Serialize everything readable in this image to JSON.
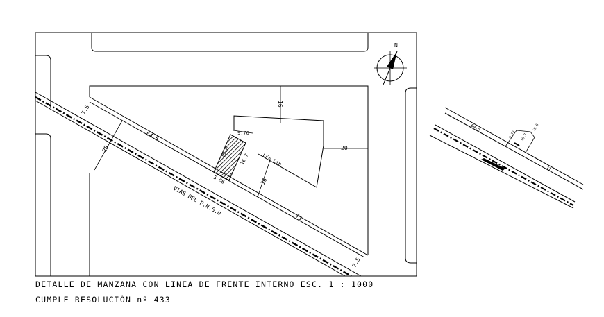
{
  "caption": {
    "line1": "DETALLE DE MANZANA CON LINEA DE FRENTE INTERNO ESC. 1 : 1000",
    "line2": "CUMPLE RESOLUCIÓN  nº 433"
  },
  "north_label": "N",
  "rail_label": "VIAS DEL F.N.G.U",
  "dimensions": {
    "d_7_5_top": "7.5",
    "d_64_5": "64.5",
    "d_16_top": "16",
    "d_20": "20",
    "d_25": "25",
    "d_9_76": "9.76",
    "d_19_6": "19.6",
    "d_16_7": "16.7",
    "d_5_66": "5.66",
    "d_16_mid": "16",
    "d_71": "71",
    "d_7_5_bottom": "7.5",
    "lf_label": "LF= Lib"
  },
  "detail": {
    "d_64_5": "64.5",
    "d_9_76": "9.76",
    "d_16_7": "16.7",
    "d_19_6": "19.6",
    "d_71": "71"
  }
}
